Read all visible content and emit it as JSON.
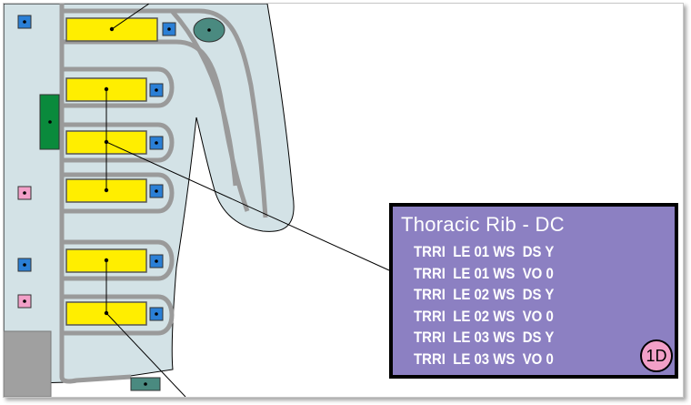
{
  "callout": {
    "title": "Thoracic Rib - DC",
    "lines": [
      "TRRI  LE 01 WS  DS Y",
      "TRRI  LE 01 WS  VO 0",
      "TRRI  LE 02 WS  DS Y",
      "TRRI  LE 02 WS  VO 0",
      "TRRI  LE 03 WS  DS Y",
      "TRRI  LE 03 WS  VO 0"
    ],
    "badge": "1D"
  },
  "colors": {
    "body_fill": "#d3e2e6",
    "track": "#9a9a9a",
    "slot_fill": "#ffee00",
    "blue_marker": "#2a7fd6",
    "pink_marker": "#f2a0c8",
    "green_marker": "#0a8a3c",
    "teal_marker": "#4a8a80",
    "callout_fill": "#8c80c2"
  }
}
